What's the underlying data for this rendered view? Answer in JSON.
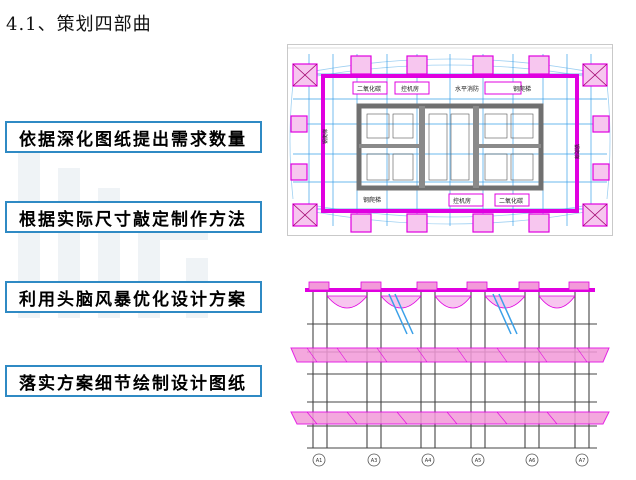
{
  "page": {
    "title": "4.1、策划四部曲"
  },
  "steps": [
    {
      "label": "依据深化图纸提出需求数量"
    },
    {
      "label": "根据实际尺寸敲定制作方法"
    },
    {
      "label": "利用头脑风暴优化设计方案"
    },
    {
      "label": "落实方案细节绘制设计图纸"
    }
  ],
  "plan_drawing": {
    "labels": {
      "oxidation_top": "二氧化碳",
      "machine_room_top": "控机房",
      "water_tank": "水平消防",
      "water_tank_right": "钢爬梯",
      "machine_room_bottom": "控机房",
      "oxidation_bottom": "二氧化碳",
      "stair_bottom": "钢爬梯",
      "side_left": "钢爬梯",
      "side_right": "钢爬梯"
    }
  },
  "elevation_drawing": {
    "axis_labels": [
      "A1",
      "A3",
      "A4",
      "A5",
      "A6",
      "A7"
    ]
  },
  "colors": {
    "border_blue": "#2f8ac4",
    "magenta": "#e000e0",
    "grid_blue": "#3aa0e8",
    "core_gray": "#707070"
  }
}
